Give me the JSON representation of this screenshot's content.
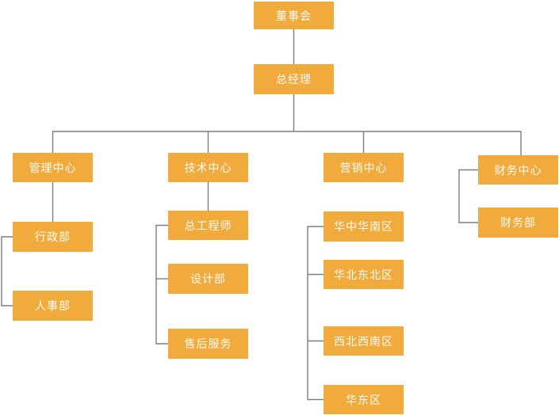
{
  "diagram": {
    "type": "org-chart",
    "colors": {
      "node_fill": "#F0AB3C",
      "node_text": "#FFFFFF",
      "connector": "#7E7E7E",
      "background": "#FFFFFF"
    },
    "nodes": [
      {
        "id": "board",
        "label": "董事会",
        "parent": null
      },
      {
        "id": "general-manager",
        "label": "总经理",
        "parent": "board"
      },
      {
        "id": "management-center",
        "label": "管理中心",
        "parent": "general-manager"
      },
      {
        "id": "technology-center",
        "label": "技术中心",
        "parent": "general-manager"
      },
      {
        "id": "marketing-center",
        "label": "营销中心",
        "parent": "general-manager"
      },
      {
        "id": "finance-center",
        "label": "财务中心",
        "parent": "general-manager"
      },
      {
        "id": "administration-dept",
        "label": "行政部",
        "parent": "management-center"
      },
      {
        "id": "hr-dept",
        "label": "人事部",
        "parent": "management-center"
      },
      {
        "id": "chief-engineer",
        "label": "总工程师",
        "parent": "technology-center"
      },
      {
        "id": "design-dept",
        "label": "设计部",
        "parent": "technology-center"
      },
      {
        "id": "after-sales-service",
        "label": "售后服务",
        "parent": "technology-center"
      },
      {
        "id": "central-south-region",
        "label": "华中华南区",
        "parent": "marketing-center"
      },
      {
        "id": "north-northeast-region",
        "label": "华北东北区",
        "parent": "marketing-center"
      },
      {
        "id": "northwest-southwest-region",
        "label": "西北西南区",
        "parent": "marketing-center"
      },
      {
        "id": "east-china-region",
        "label": "华东区",
        "parent": "marketing-center"
      },
      {
        "id": "finance-dept",
        "label": "财务部",
        "parent": "finance-center"
      }
    ]
  }
}
